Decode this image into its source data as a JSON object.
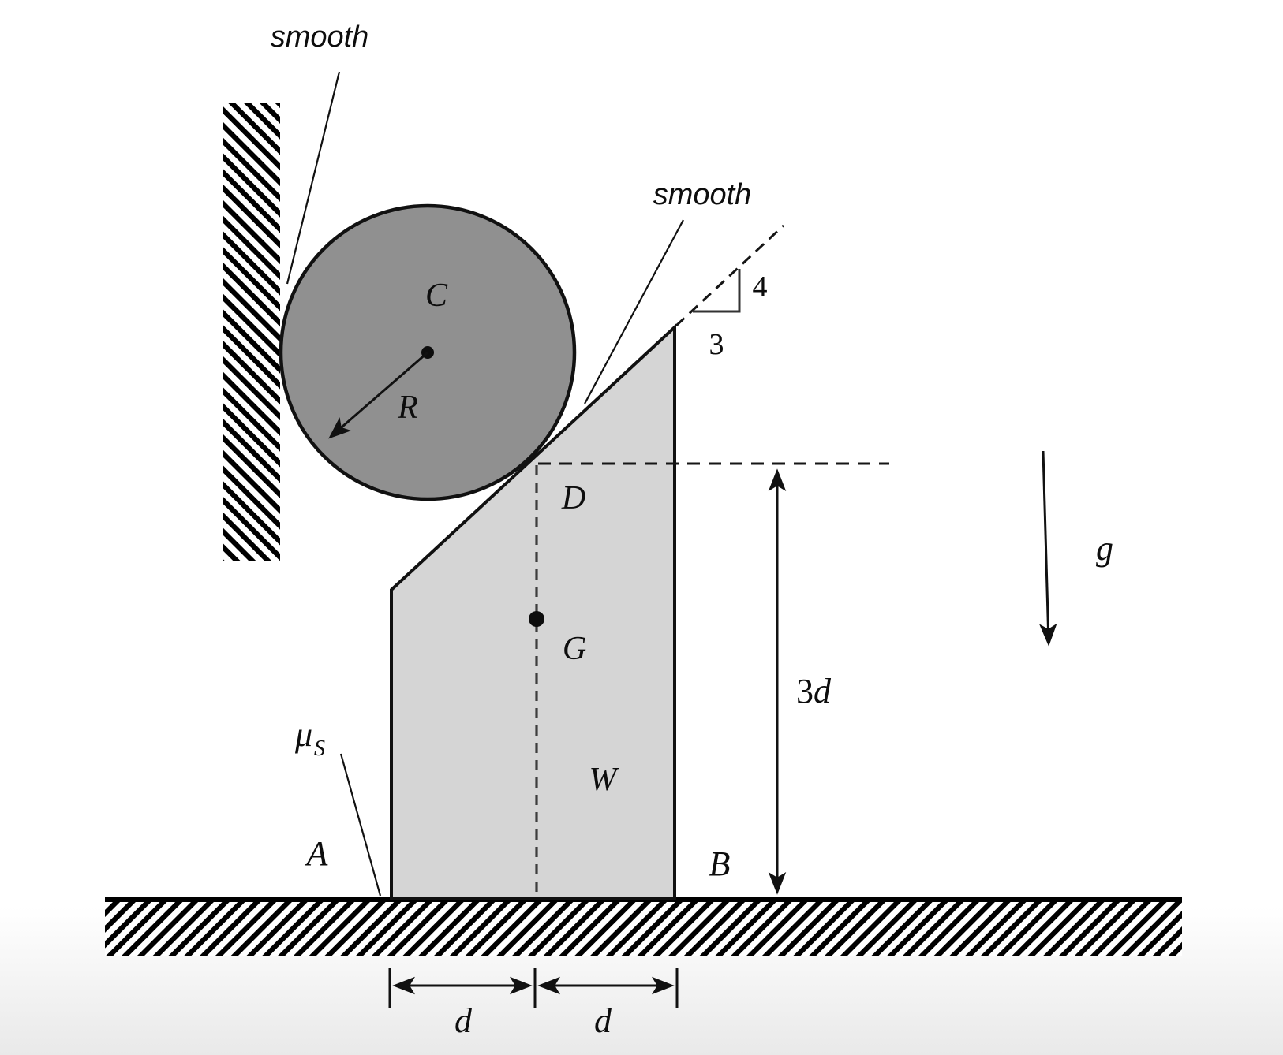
{
  "labels": {
    "smooth_wall": "smooth",
    "smooth_incline": "smooth",
    "cylinder_center": "C",
    "radius": "R",
    "slope_rise": "4",
    "slope_run": "3",
    "point_D": "D",
    "center_of_gravity": "G",
    "weight": "W",
    "mu": "μ",
    "mu_sub": "S",
    "point_A": "A",
    "point_B": "B",
    "dim_d_left": "d",
    "dim_d_right": "d",
    "dim_height_coeff": "3",
    "dim_height_var": "d",
    "gravity": "g"
  },
  "colors": {
    "cylinder_fill": "#909090",
    "block_fill": "#d5d5d5",
    "hatch": "#000000",
    "ink": "#111111"
  }
}
